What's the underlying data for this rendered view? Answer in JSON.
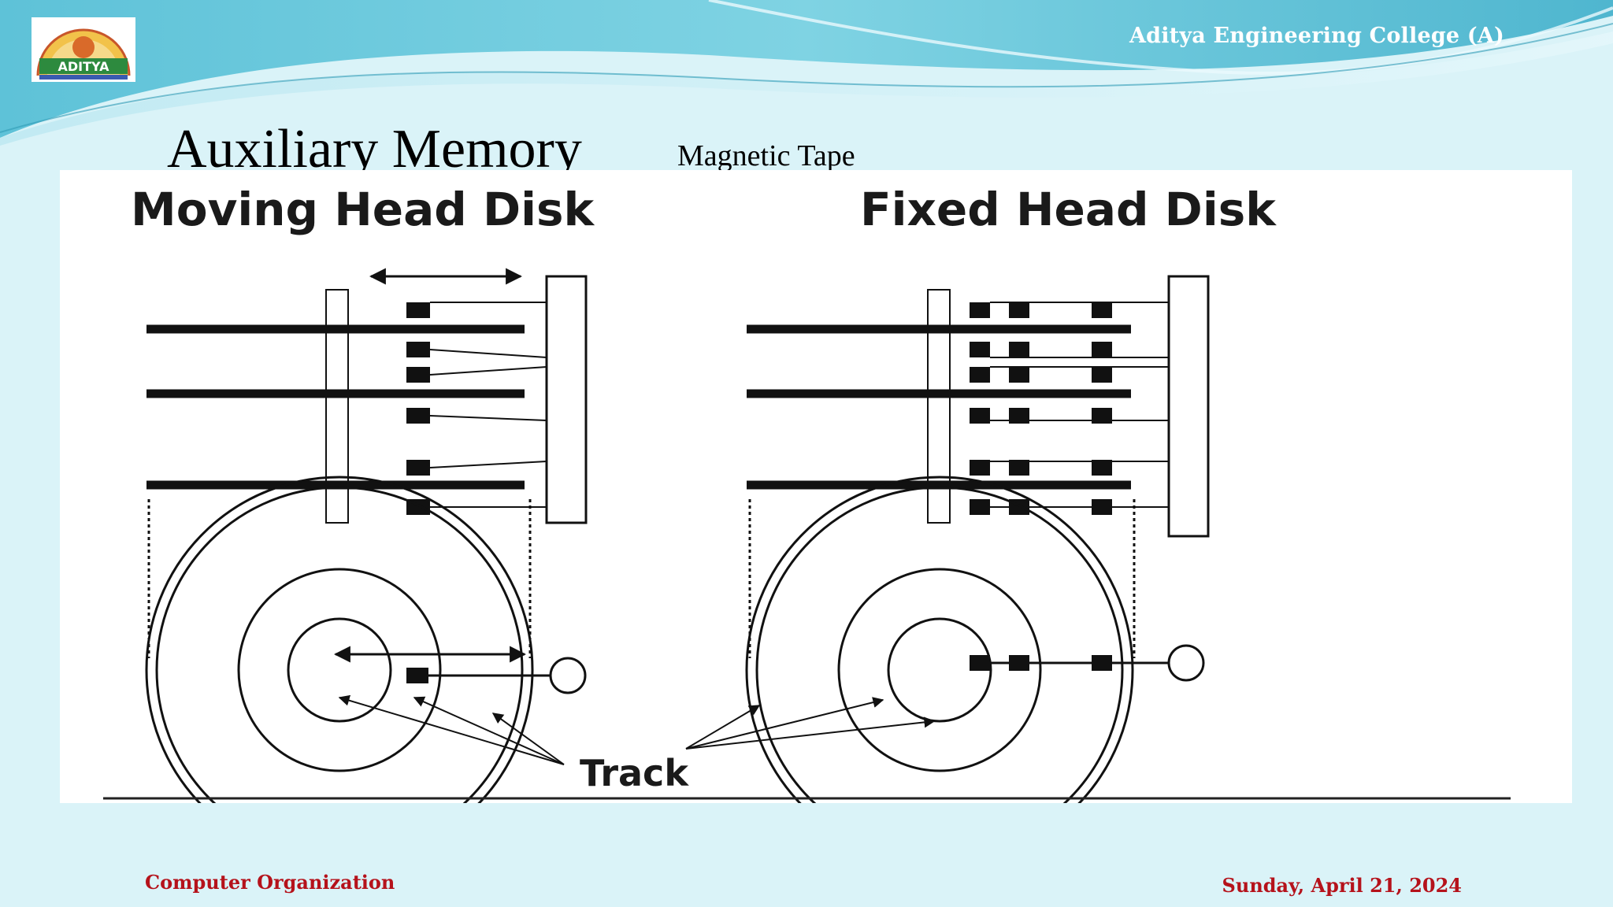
{
  "header": {
    "college_name": "Aditya Engineering College  (A)",
    "logo_text": "ADITYA"
  },
  "slide": {
    "title": "Auxiliary Memory",
    "subtitle": "Magnetic Tape"
  },
  "figure": {
    "left_title": "Moving Head Disk",
    "right_title": "Fixed Head Disk",
    "track_label": "Track"
  },
  "footer": {
    "course": "Computer Organization",
    "date": "Sunday, April 21, 2024"
  },
  "colors": {
    "footer_text": "#b5121b",
    "background": "#daf3f8",
    "header_wave": "#5fc7da"
  }
}
